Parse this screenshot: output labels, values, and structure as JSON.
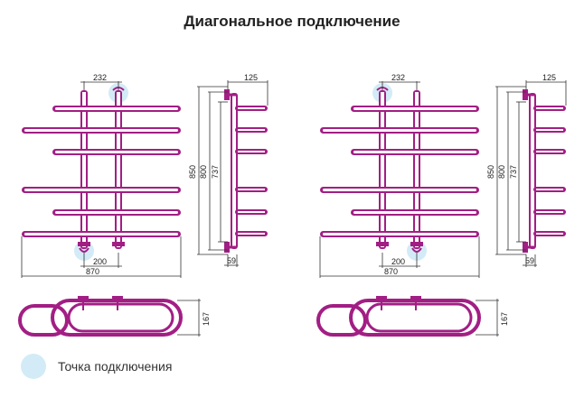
{
  "title": "Диагональное подключение",
  "legend": {
    "label": "Точка подключения"
  },
  "colors": {
    "tube": "#a21e84",
    "tube_inner": "#ffffff",
    "connection_point": "#d3ebf6",
    "dimension_line": "#333333"
  },
  "variants": [
    {
      "front": {
        "top_width": "232",
        "bottom_width": "200",
        "overall_width": "870"
      },
      "side": {
        "top_depth": "125",
        "heights": [
          "850",
          "800",
          "737"
        ],
        "bottom_offset": "59"
      },
      "top": {
        "depth": "167"
      }
    },
    {
      "front": {
        "top_width": "232",
        "bottom_width": "200",
        "overall_width": "870"
      },
      "side": {
        "top_depth": "125",
        "heights": [
          "850",
          "800",
          "737"
        ],
        "bottom_offset": "59"
      },
      "top": {
        "depth": "167"
      }
    }
  ]
}
